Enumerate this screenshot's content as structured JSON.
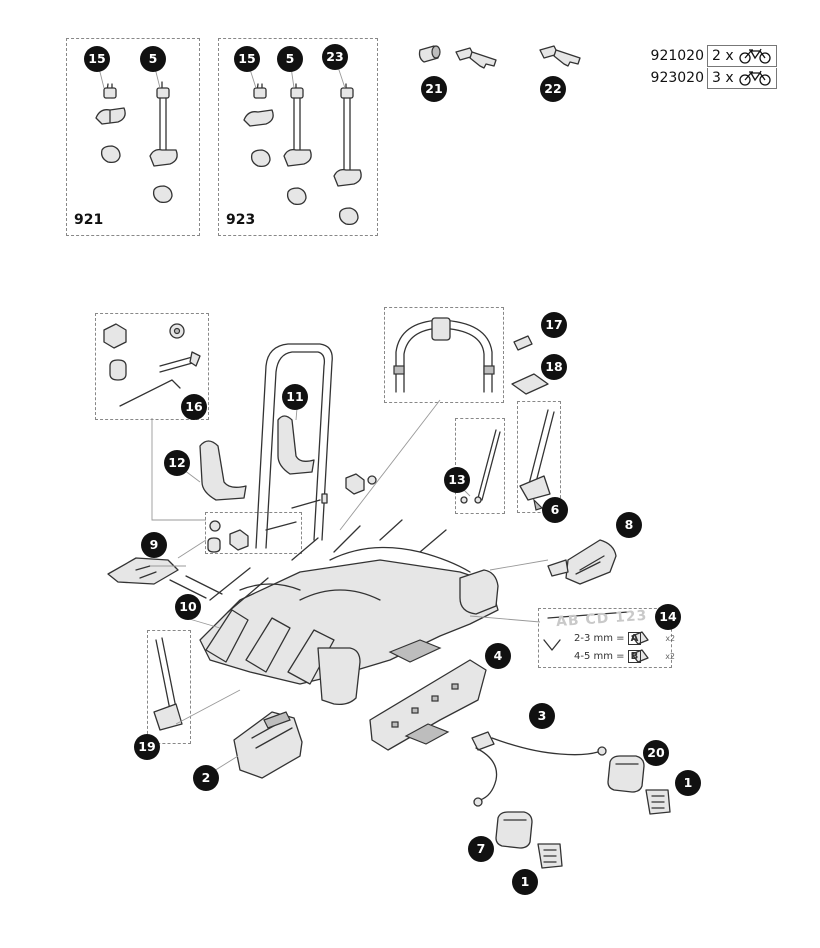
{
  "kits": [
    {
      "label": "921",
      "parts": [
        "15",
        "5"
      ]
    },
    {
      "label": "923",
      "parts": [
        "15",
        "5",
        "23"
      ]
    }
  ],
  "part_numbers": {
    "n1": "15",
    "n2": "5",
    "n3": "15",
    "n4": "5",
    "n5": "23",
    "n6": "21",
    "n7": "22",
    "n8": "17",
    "n9": "18",
    "n10": "16",
    "n11": "11",
    "n12": "12",
    "n13": "13",
    "n14": "6",
    "n15": "9",
    "n16": "8",
    "n17": "10",
    "n18": "14",
    "n19": "4",
    "n20": "19",
    "n21": "3",
    "n22": "2",
    "n23": "20",
    "n24": "1",
    "n25": "7",
    "n26": "1"
  },
  "model_codes": [
    {
      "code": "921020",
      "qty": "2 x"
    },
    {
      "code": "923020",
      "qty": "3 x"
    }
  ],
  "plate": {
    "text": "AB CD 123"
  },
  "spacers": [
    {
      "range": "2-3 mm =",
      "letter": "A",
      "count": "x2"
    },
    {
      "range": "4-5 mm =",
      "letter": "B",
      "count": "x2"
    }
  ],
  "icons": [
    "bicycle-icon",
    "key-icon",
    "lock-cylinder-icon"
  ]
}
